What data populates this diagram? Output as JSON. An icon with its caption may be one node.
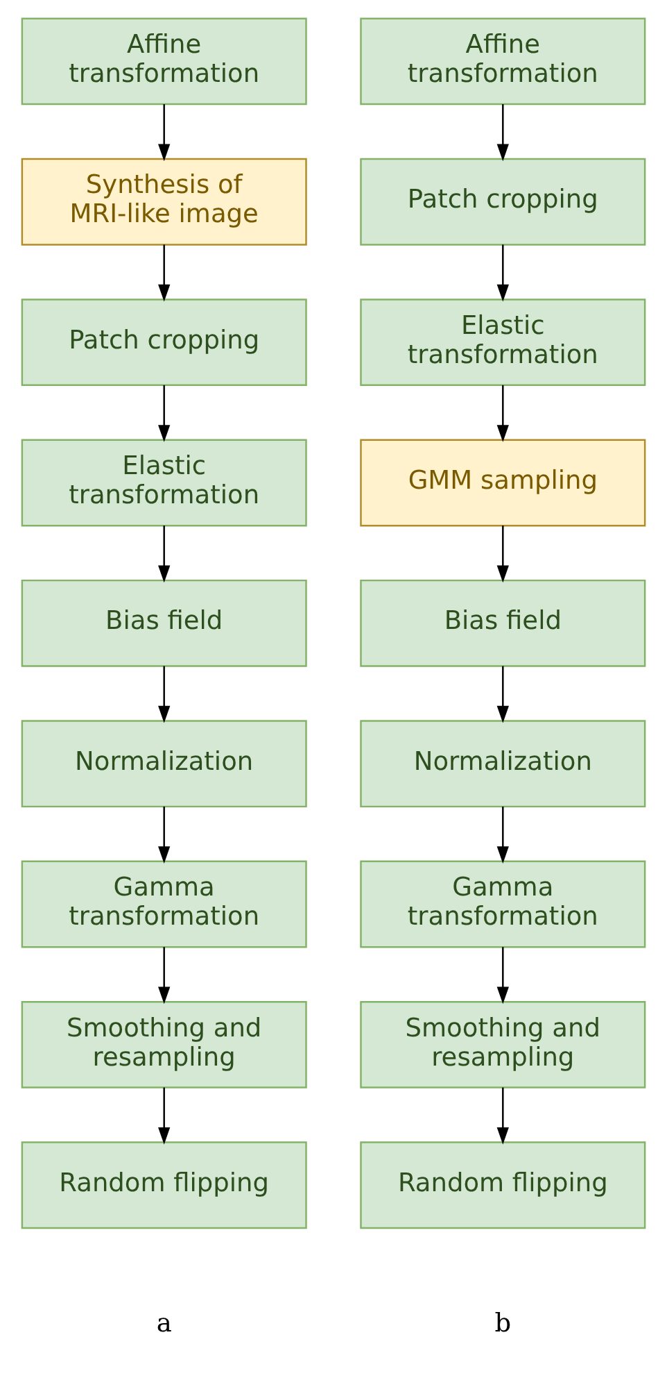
{
  "diagram": {
    "nodes": [
      {
        "text": [
          "Affine transformation"
        ]
      },
      {
        "text": [
          "Synthesis of MRI-like image"
        ]
      },
      {
        "text": [
          "Patch cropping"
        ]
      },
      {
        "text": [
          "Elastic transformation"
        ]
      },
      {
        "text": [
          "Bias field"
        ]
      },
      {
        "text": [
          "Normalization"
        ]
      },
      {
        "text": [
          "Gamma transformation"
        ]
      },
      {
        "text": [
          "Smoothing and resampling"
        ]
      },
      {
        "text": [
          "Random flipping"
        ]
      },
      {
        "text": [
          "Affine transformation"
        ]
      },
      {
        "text": [
          "Patch cropping"
        ]
      },
      {
        "text": [
          "Elastic transformation"
        ]
      },
      {
        "text": [
          "GMM sampling"
        ]
      },
      {
        "text": [
          "Bias field"
        ]
      },
      {
        "text": [
          "Normalization"
        ]
      },
      {
        "text": [
          "Gamma transformation"
        ]
      },
      {
        "text": [
          "Smoothing and resampling"
        ]
      },
      {
        "text": [
          "Random flipping"
        ]
      }
    ],
    "edges": [
      {
        "from": 0,
        "to": 1,
        "arrow": "to"
      },
      {
        "from": 1,
        "to": 2,
        "arrow": "to"
      },
      {
        "from": 2,
        "to": 3,
        "arrow": "to"
      },
      {
        "from": 3,
        "to": 4,
        "arrow": "to"
      },
      {
        "from": 4,
        "to": 5,
        "arrow": "to"
      },
      {
        "from": 5,
        "to": 6,
        "arrow": "to"
      },
      {
        "from": 6,
        "to": 7,
        "arrow": "to"
      },
      {
        "from": 7,
        "to": 8,
        "arrow": "to"
      },
      {
        "from": 9,
        "to": 10,
        "arrow": "to"
      },
      {
        "from": 10,
        "to": 11,
        "arrow": "to"
      },
      {
        "from": 11,
        "to": 12,
        "arrow": "to"
      },
      {
        "from": 12,
        "to": 13,
        "arrow": "to"
      },
      {
        "from": 13,
        "to": 14,
        "arrow": "to"
      },
      {
        "from": 14,
        "to": 15,
        "arrow": "to"
      },
      {
        "from": 15,
        "to": 16,
        "arrow": "to"
      },
      {
        "from": 16,
        "to": 17,
        "arrow": "to"
      }
    ],
    "labels": [
      "a",
      "b"
    ]
  }
}
